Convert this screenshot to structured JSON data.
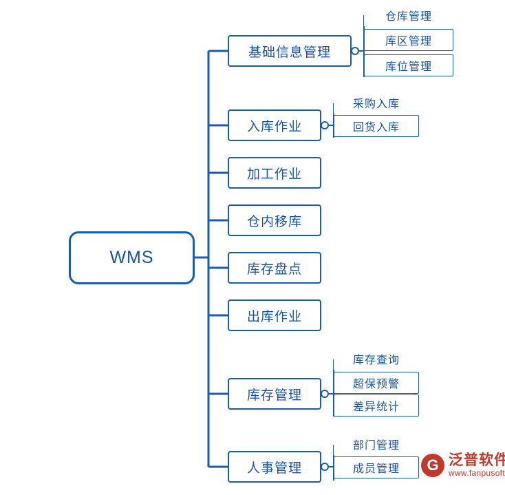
{
  "diagram": {
    "type": "mindmap",
    "root": {
      "label": "WMS"
    },
    "branches": [
      {
        "label": "基础信息管理",
        "children": [
          {
            "label": "仓库管理",
            "boxed": false
          },
          {
            "label": "库区管理",
            "boxed": true
          },
          {
            "label": "库位管理",
            "boxed": true
          }
        ]
      },
      {
        "label": "入库作业",
        "children": [
          {
            "label": "采购入库",
            "boxed": false
          },
          {
            "label": "回货入库",
            "boxed": true
          }
        ]
      },
      {
        "label": "加工作业",
        "children": []
      },
      {
        "label": "仓内移库",
        "children": []
      },
      {
        "label": "库存盘点",
        "children": []
      },
      {
        "label": "出库作业",
        "children": []
      },
      {
        "label": "库存管理",
        "children": [
          {
            "label": "库存查询",
            "boxed": false
          },
          {
            "label": "超保预警",
            "boxed": true
          },
          {
            "label": "差异统计",
            "boxed": true
          }
        ]
      },
      {
        "label": "人事管理",
        "children": [
          {
            "label": "部门管理",
            "boxed": false
          },
          {
            "label": "成员管理",
            "boxed": true
          }
        ]
      }
    ]
  },
  "watermark": {
    "mark": "G",
    "title": "泛普软件",
    "url": "www.fanpusoft.com"
  },
  "colors": {
    "line": "#1a5cb0",
    "text": "#18529e",
    "watermark": "#c0392b",
    "background": "#ffffff"
  }
}
